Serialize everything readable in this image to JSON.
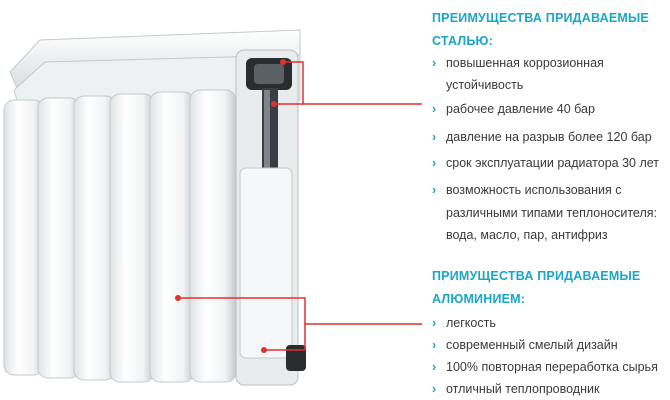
{
  "steel": {
    "title_line1": "ПРЕИМУЩЕСТВА ПРИДАВАЕМЫЕ",
    "title_line2": "СТАЛЬЮ:",
    "items": [
      {
        "lines": [
          "повышенная коррозионная",
          "устойчивость"
        ]
      },
      {
        "lines": [
          "рабочее давление 40 бар"
        ]
      },
      {
        "lines": [
          "давление на разрыв более 120 бар"
        ]
      },
      {
        "lines": [
          "срок эксплуатации радиатора 30 лет"
        ]
      },
      {
        "lines": [
          "возможность использования с",
          "различными типами теплоносителя:",
          "вода, масло, пар, антифриз"
        ]
      }
    ]
  },
  "aluminum": {
    "title_line1": "ПРИМУЩЕСТВА ПРИДАВАЕМЫЕ",
    "title_line2": "АЛЮМИНИЕМ:",
    "items": [
      {
        "lines": [
          "легкость"
        ]
      },
      {
        "lines": [
          "современный смелый дизайн"
        ]
      },
      {
        "lines": [
          "100% повторная переработка сырья"
        ]
      },
      {
        "lines": [
          "отличный теплопроводник"
        ]
      }
    ]
  },
  "bullet_glyph": "›",
  "colors": {
    "accent": "#1aa6c7",
    "callout_line": "#e0322f",
    "text": "#3a3a3a",
    "radiator_body": "#f4f6f7",
    "radiator_shadow": "#c9ced1",
    "steel_core": "#2a2d30"
  }
}
